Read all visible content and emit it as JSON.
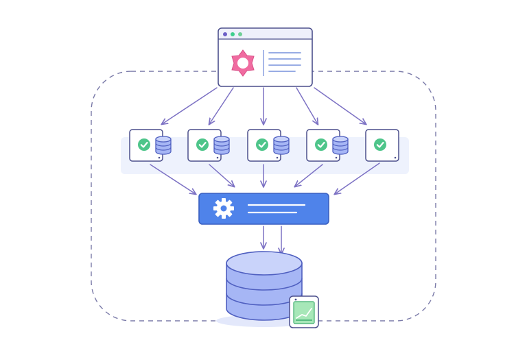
{
  "diagram": {
    "type": "architecture-flow",
    "source": {
      "kind": "browser-window",
      "icon": "flower-logo-icon",
      "window_dots": [
        "#6c5fc7",
        "#3ecf8e",
        "#6fcf97"
      ],
      "content": "text-lines"
    },
    "nodes": [
      {
        "id": "node-1",
        "icons": [
          "check-circle-icon",
          "database-icon"
        ]
      },
      {
        "id": "node-2",
        "icons": [
          "check-circle-icon",
          "database-icon"
        ]
      },
      {
        "id": "node-3",
        "icons": [
          "check-circle-icon",
          "database-icon"
        ]
      },
      {
        "id": "node-4",
        "icons": [
          "check-circle-icon",
          "database-icon"
        ]
      },
      {
        "id": "node-5",
        "icons": [
          "check-circle-icon"
        ]
      }
    ],
    "processor": {
      "kind": "gear-bar",
      "icon": "gear-icon",
      "content": "text-lines"
    },
    "storage": {
      "kind": "database-cylinder",
      "icon": "database-icon",
      "badge_icon": "chart-icon"
    },
    "boundary": {
      "kind": "dashed-rounded-rect"
    },
    "edges": [
      {
        "from": "source",
        "to": "node-1"
      },
      {
        "from": "source",
        "to": "node-2"
      },
      {
        "from": "source",
        "to": "node-3"
      },
      {
        "from": "source",
        "to": "node-4"
      },
      {
        "from": "source",
        "to": "node-5"
      },
      {
        "from": "node-1",
        "to": "processor"
      },
      {
        "from": "node-2",
        "to": "processor"
      },
      {
        "from": "node-3",
        "to": "processor"
      },
      {
        "from": "node-4",
        "to": "processor"
      },
      {
        "from": "node-5",
        "to": "processor"
      },
      {
        "from": "processor",
        "to": "storage"
      },
      {
        "from": "processor",
        "to": "storage"
      }
    ],
    "colors": {
      "outline": "#4b4f8c",
      "arrow": "#7d72c4",
      "dashed": "#7a7aa8",
      "check": "#4ec58a",
      "database_fill": "#a6b6f5",
      "database_stroke": "#4f5fc0",
      "processor_fill": "#4f83ea",
      "processor_stroke": "#3a5fc0",
      "flower": "#f06ba0",
      "shadow": "#e8eefc",
      "badge_fill": "#a7e7b8",
      "badge_stroke": "#3fae6f"
    }
  }
}
